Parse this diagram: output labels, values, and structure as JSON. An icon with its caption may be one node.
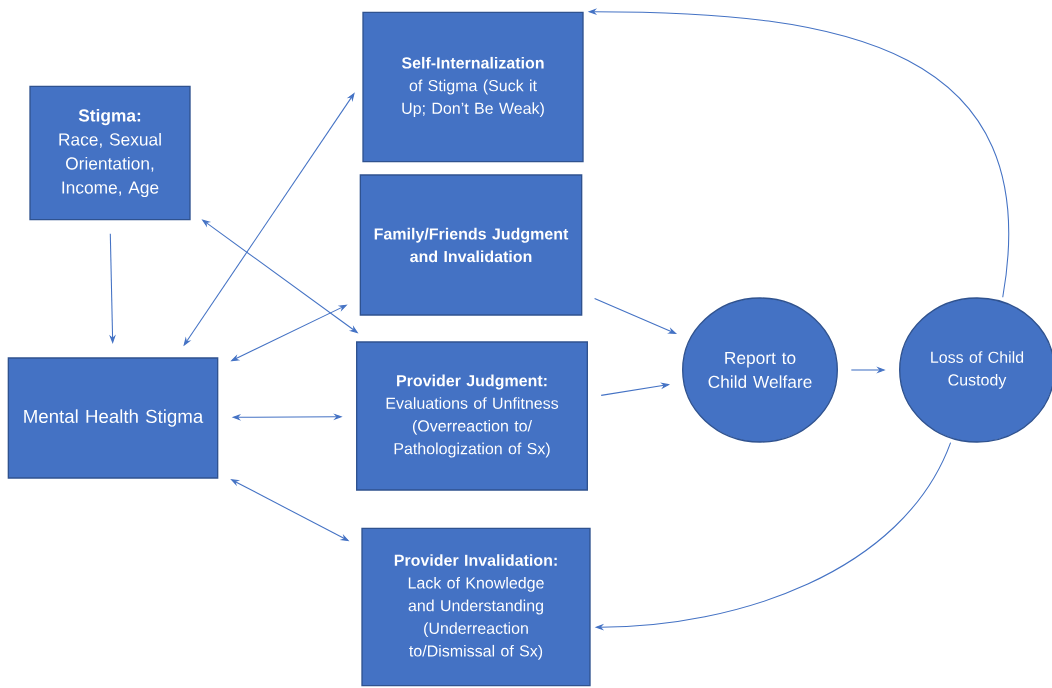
{
  "diagram": {
    "nodes": [
      {
        "text": [
          "**Stigma:** Race, Sexual Orientation, Income, Age"
        ]
      },
      {
        "text": [
          "Mental Health Stigma"
        ]
      },
      {
        "text": [
          "**Self-Internalization** of Stigma (Suck it Up; Don’t Be Weak)"
        ]
      },
      {
        "text": [
          "Family/Friends Judgment and Invalidation"
        ]
      },
      {
        "text": [
          "**Provider Judgment:** Evaluations of Unfitness (Overreaction to/ Pathologization of Sx)"
        ]
      },
      {
        "text": [
          "**Provider Invalidation:** Lack of Knowledge and Understanding (Underreaction to/Dismissal of Sx)"
        ]
      },
      {
        "text": [
          "Report to Child Welfare"
        ]
      },
      {
        "text": [
          "Loss of Child Custody"
        ]
      }
    ],
    "edges": [
      {
        "from": 0,
        "to": 1,
        "arrow": "to"
      },
      {
        "from": 0,
        "to": 4,
        "arrow": "both"
      },
      {
        "from": 1,
        "to": 2,
        "arrow": "both"
      },
      {
        "from": 1,
        "to": 3,
        "arrow": "both"
      },
      {
        "from": 1,
        "to": 4,
        "arrow": "both"
      },
      {
        "from": 1,
        "to": 5,
        "arrow": "both"
      },
      {
        "from": 3,
        "to": 6,
        "arrow": "to"
      },
      {
        "from": 4,
        "to": 6,
        "arrow": "to"
      },
      {
        "from": 6,
        "to": 7,
        "arrow": "to"
      },
      {
        "from": 7,
        "to": 2,
        "arrow": "to"
      },
      {
        "from": 7,
        "to": 5,
        "arrow": "to"
      }
    ]
  }
}
